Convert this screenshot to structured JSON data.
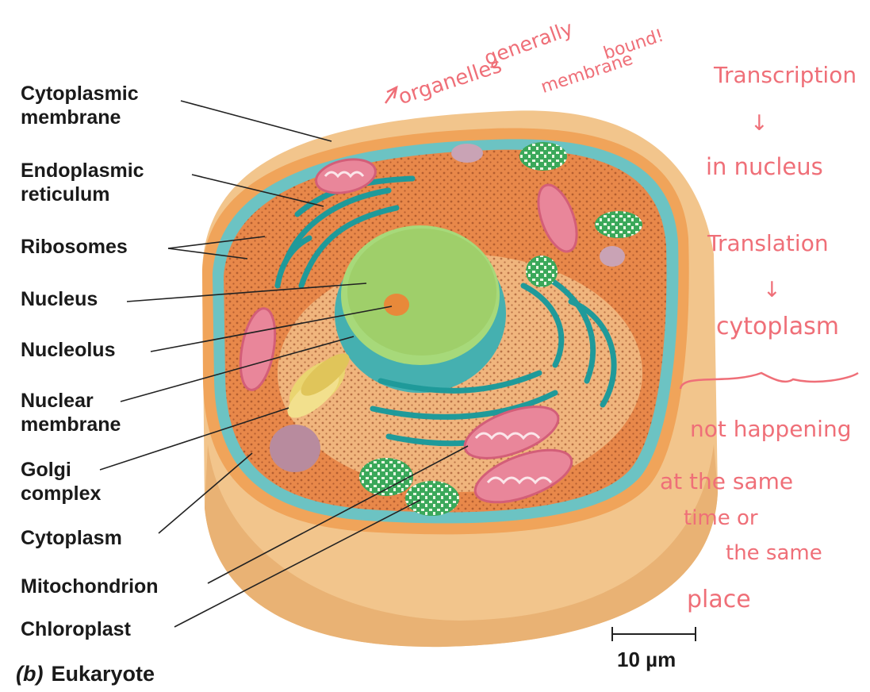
{
  "figure": {
    "caption_prefix": "(b)",
    "caption_title": "Eukaryote",
    "scale_bar": "10 µm"
  },
  "labels": [
    {
      "id": "cytoplasmic-membrane",
      "text": "Cytoplasmic\nmembrane"
    },
    {
      "id": "endoplasmic-reticulum",
      "text": "Endoplasmic\nreticulum"
    },
    {
      "id": "ribosomes",
      "text": "Ribosomes"
    },
    {
      "id": "nucleus",
      "text": "Nucleus"
    },
    {
      "id": "nucleolus",
      "text": "Nucleolus"
    },
    {
      "id": "nuclear-membrane",
      "text": "Nuclear\nmembrane"
    },
    {
      "id": "golgi-complex",
      "text": "Golgi\ncomplex"
    },
    {
      "id": "cytoplasm",
      "text": "Cytoplasm"
    },
    {
      "id": "mitochondrion",
      "text": "Mitochondrion"
    },
    {
      "id": "chloroplast",
      "text": "Chloroplast"
    }
  ],
  "annotations": {
    "top": [
      "organelles",
      "generally",
      "membrane",
      "bound!"
    ],
    "transcription": "Transcription",
    "arrow1": "↓",
    "in_nucleus": "in nucleus",
    "translation": "Translation",
    "arrow2": "↓",
    "cytoplasm": "cytoplasm",
    "brace": "⏟",
    "not_happening": "not happening",
    "at_the_same": "at the same",
    "time_or": "time or",
    "the_same": "the same",
    "place": "place"
  },
  "colors": {
    "cytoplasm": "#e8884a",
    "cytoplasm_light": "#f3c48f",
    "cell_rim": "#f0b070",
    "membrane_teal": "#6cc3c3",
    "er": "#1f9a9a",
    "nucleus": "#9fcf6a",
    "nucleolus": "#e8893a",
    "mitochondria": "#e9869a",
    "chloroplast": "#3aa85a",
    "golgi": "#ead570",
    "vesicle": "#b88b9e",
    "annotation_ink": "#ef6f78"
  }
}
